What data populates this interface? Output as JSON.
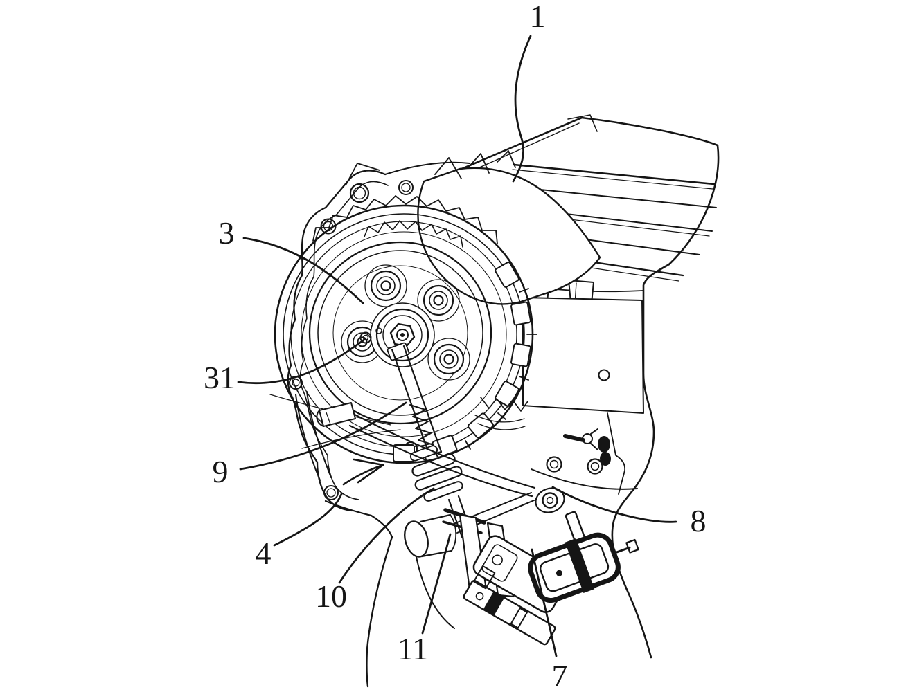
{
  "figure": {
    "ink_color": "#151515",
    "paper_color": "#ffffff"
  },
  "labels": [
    {
      "ref": "1"
    },
    {
      "ref": "3"
    },
    {
      "ref": "31"
    },
    {
      "ref": "9"
    },
    {
      "ref": "4"
    },
    {
      "ref": "10"
    },
    {
      "ref": "11"
    },
    {
      "ref": "7"
    },
    {
      "ref": "8"
    }
  ]
}
